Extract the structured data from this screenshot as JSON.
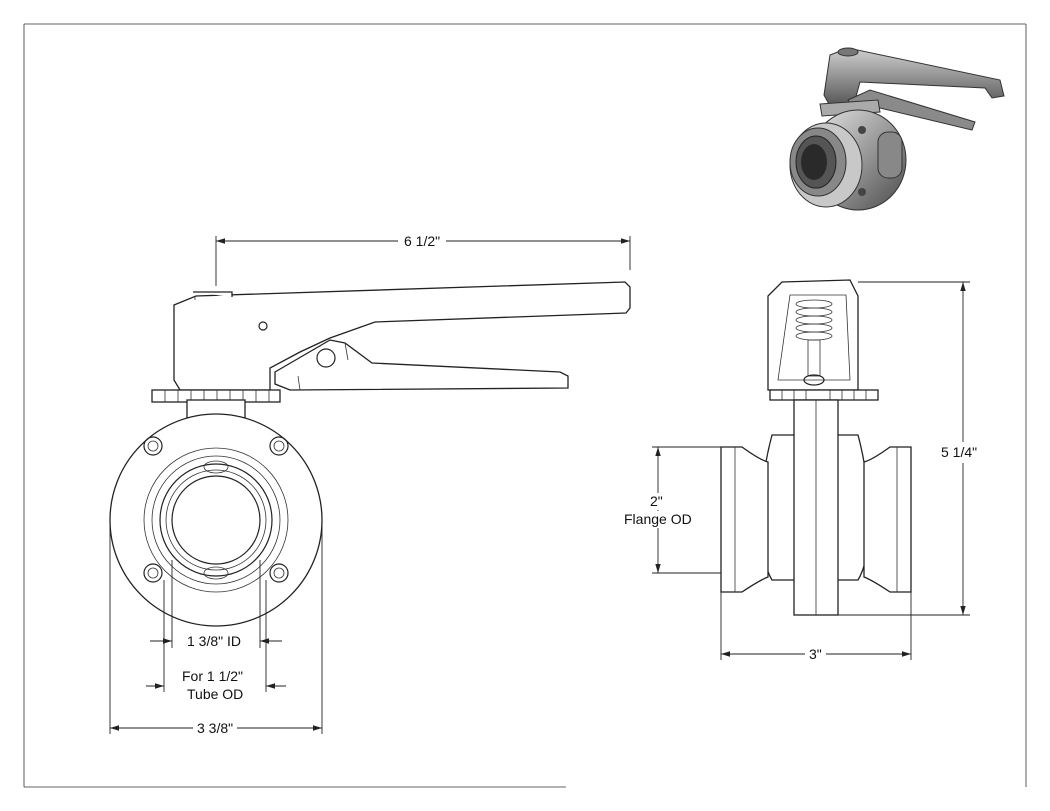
{
  "dimensions": {
    "handle_length": "6 1/2\"",
    "height": "5 1/4\"",
    "flange_od_value": "2\"",
    "flange_od_label": "Flange OD",
    "id": "1 3/8\" ID",
    "tube_od_line1": "For 1 1/2\"",
    "tube_od_line2": "Tube OD",
    "body_width": "3 3/8\"",
    "face_to_face": "3\""
  }
}
